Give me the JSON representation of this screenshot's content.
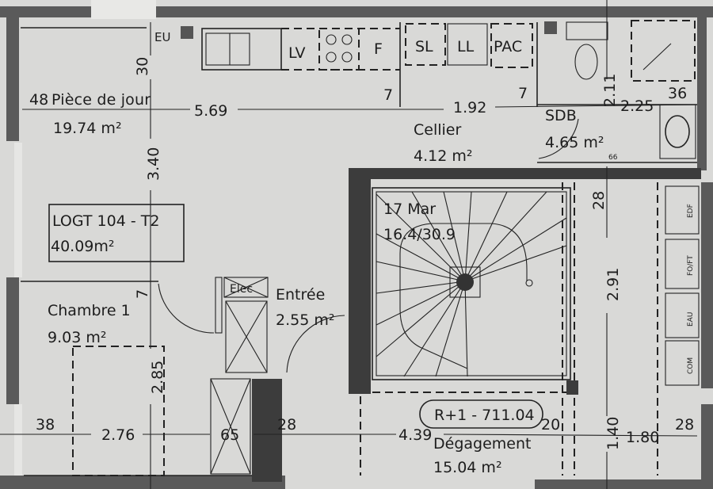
{
  "plan": {
    "unit_label": "LOGT 104 - T2",
    "unit_area": "40.09m²",
    "level_tag": "R+1 - 711.04",
    "stair_label": "17 Mar",
    "stair_ratio": "16.4/30.9"
  },
  "rooms": {
    "living": {
      "name": "Pièce de jour",
      "area": "19.74 m²"
    },
    "cellier": {
      "name": "Cellier",
      "area": "4.12 m²"
    },
    "sdb": {
      "name": "SDB",
      "area": "4.65 m²"
    },
    "chambre": {
      "name": "Chambre 1",
      "area": "9.03 m²"
    },
    "entree": {
      "name": "Entrée",
      "area": "2.55 m²"
    },
    "degagement": {
      "name": "Dégagement",
      "area": "15.04 m²"
    }
  },
  "fixtures": {
    "eu": "EU",
    "lv": "LV",
    "f": "F",
    "sl": "SL",
    "ll": "LL",
    "pac": "PAC",
    "elec": "Elec",
    "edf": "EDF",
    "foft": "FO/FT",
    "eau": "EAU",
    "com": "COM"
  },
  "dimensions": {
    "d48": "48",
    "d569": "5.69",
    "d7a": "7",
    "d192": "1.92",
    "d7b": "7",
    "d211": "2.11",
    "d225": "2.25",
    "d36": "36",
    "d30": "30",
    "d340": "3.40",
    "d7c": "7",
    "d285": "2.85",
    "d38": "38",
    "d276": "2.76",
    "d65": "65",
    "d28a": "28",
    "d439": "4.39",
    "d20": "20",
    "d140": "1.40",
    "d180": "1.80",
    "d28b": "28",
    "d28c": "28",
    "d291": "2.91",
    "d66": "66"
  }
}
